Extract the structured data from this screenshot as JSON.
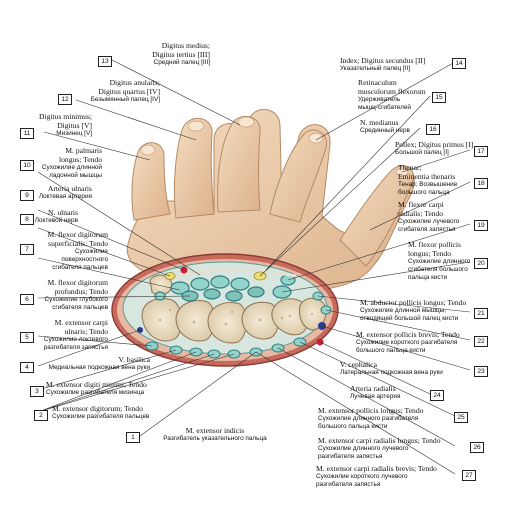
{
  "labels": {
    "l1": {
      "num": "1",
      "lat": "M. extensor indicis",
      "ru": "Разгибатель указательного пальца"
    },
    "l2": {
      "num": "2",
      "lat": "M. extensor digitorum; Tendo",
      "ru": "Сухожилие разгибателя пальцев"
    },
    "l3": {
      "num": "3",
      "lat": "M. extensor digiti minimi; Tendo",
      "ru": "Сухожилие разгибателя мизинца"
    },
    "l4": {
      "num": "4",
      "lat": "V. basilica",
      "ru": "Медиальная подкожная вена руки"
    },
    "l5": {
      "num": "5",
      "lat": [
        "M. extensor carpi",
        "ulnaris; Tendo"
      ],
      "ru": [
        "Сухожилие локтевого",
        "разгибателя запястья"
      ]
    },
    "l6": {
      "num": "6",
      "lat": [
        "M. flexor digitorum",
        "profundus; Tendo"
      ],
      "ru": [
        "Сухожилие глубокого",
        "сгибателя пальцев"
      ]
    },
    "l7": {
      "num": "7",
      "lat": [
        "M. flexor digitorum",
        "superficialis; Tendo"
      ],
      "ru": [
        "Сухожилие",
        "поверхностного",
        "сгибателя пальцев"
      ]
    },
    "l8": {
      "num": "8",
      "lat": "N. ulnaris",
      "ru": "Локтевой нерв"
    },
    "l9": {
      "num": "9",
      "lat": "Arteria ulnaris",
      "ru": "Локтевая артерия"
    },
    "l10": {
      "num": "10",
      "lat": [
        "M. palmaris",
        "longus; Tendo"
      ],
      "ru": [
        "Сухожилие длинной",
        "ладонной мышцы"
      ]
    },
    "l11": {
      "num": "11",
      "lat": [
        "Digitus minimus;",
        "Digitus [V]"
      ],
      "ru": "Мизинец [V]"
    },
    "l12": {
      "num": "12",
      "lat": [
        "Digitus anularis;",
        "Digitus quartus [IV]"
      ],
      "ru": "Безымянный палец [IV]"
    },
    "l13": {
      "num": "13",
      "lat": [
        "Digitus medius;",
        "Digitus tertius [III]"
      ],
      "ru": "Средний палец [III]"
    },
    "l14": {
      "num": "14",
      "lat": "Index; Digitus secundus [II]",
      "ru": "Указательный палец [II]"
    },
    "l15": {
      "num": "15",
      "lat": [
        "Retinaculum",
        "musculorum flexorum"
      ],
      "ru": [
        "Удерживатель",
        "мышц-сгибателей"
      ]
    },
    "l16": {
      "num": "16",
      "lat": "N. medianus",
      "ru": "Срединный нерв"
    },
    "l17": {
      "num": "17",
      "lat": "Pollex; Digitus primus [I]",
      "ru": "Большой палец [I]"
    },
    "l18": {
      "num": "18",
      "lat": [
        "Thenar;",
        "Eminentia thenaris"
      ],
      "ru": [
        "Тенар; Возвышение",
        "большого пальца"
      ]
    },
    "l19": {
      "num": "19",
      "lat": [
        "M. flexor carpi",
        "radialis; Tendo"
      ],
      "ru": [
        "Сухожилие лучевого",
        "сгибателя запястья"
      ]
    },
    "l20": {
      "num": "20",
      "lat": [
        "M. flexor pollicis",
        "longus; Tendo"
      ],
      "ru": [
        "Сухожилие длинного",
        "сгибателя большого",
        "пальца кисти"
      ]
    },
    "l21": {
      "num": "21",
      "lat": "M. abductor pollicis longus; Tendo",
      "ru": [
        "Сухожилие длинной мышцы,",
        "отводящей большой палец кисти"
      ]
    },
    "l22": {
      "num": "22",
      "lat": "M. extensor pollicis brevis; Tendo",
      "ru": [
        "Сухожилие короткого разгибателя",
        "большого пальца кисти"
      ]
    },
    "l23": {
      "num": "23",
      "lat": "V. cephalica",
      "ru": "Латеральная подкожная вена руки"
    },
    "l24": {
      "num": "24",
      "lat": "Arteria radialis",
      "ru": "Лучевая артерия"
    },
    "l25": {
      "num": "25",
      "lat": "M. extensor pollicis longus; Tendo",
      "ru": [
        "Сухожилие длинного разгибателя",
        "большого пальца кисти"
      ]
    },
    "l26": {
      "num": "26",
      "lat": "M. extensor carpi radialis longus; Tendo",
      "ru": [
        "Сухожилие длинного лучевого",
        "разгибателя запястья"
      ]
    },
    "l27": {
      "num": "27",
      "lat": "M. extensor carpi radialis brevis; Tendo",
      "ru": [
        "Сухожилие короткого лучевого",
        "разгибателя запястья"
      ]
    }
  },
  "colors": {
    "skin": "#eccfae",
    "skin_shadow": "#d9b08b",
    "section_fill": "#d8e7df",
    "tendon": "#8fd0c6",
    "tendon_dark": "#2f7f84",
    "bone": "#ede0c8",
    "artery": "#c9203a",
    "vein": "#2b3c8f",
    "nerve": "#e8d56a",
    "rim": "#d34a4a"
  }
}
